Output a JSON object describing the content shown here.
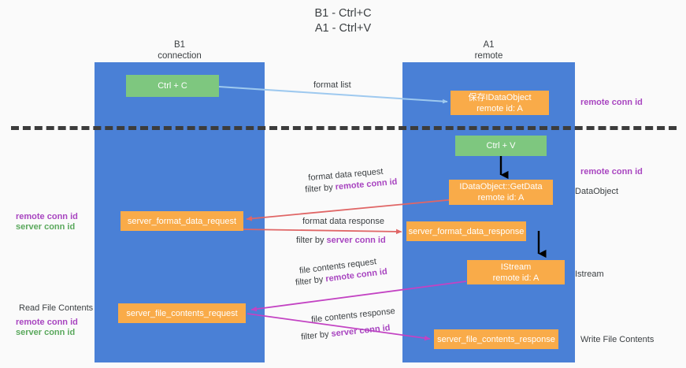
{
  "diagram": {
    "title_line1": "B1 - Ctrl+C",
    "title_line2": "A1 - Ctrl+V",
    "lanes": [
      {
        "id": "b1",
        "head_line1": "B1",
        "head_line2": "connection",
        "color": "#4a80d6"
      },
      {
        "id": "a1",
        "head_line1": "A1",
        "head_line2": "remote",
        "color": "#4a80d6"
      }
    ],
    "colors": {
      "lane": "#4a80d6",
      "green_box": "#7ec77f",
      "orange_box": "#f9ab49",
      "remote_conn_id": "#a845c0",
      "server_conn_id": "#5aa85c",
      "arrow_format_list": "#9ec9ef",
      "arrow_format_data": "#e06666",
      "arrow_file_contents": "#c343c3",
      "arrow_black": "#000000",
      "divider": "#3c3c3c"
    },
    "nodes": [
      {
        "id": "ctrl-c",
        "line1": "Ctrl + C",
        "line2": "",
        "style": "green"
      },
      {
        "id": "save-idataobject",
        "line1": "保存IDataObject",
        "line2": "remote id: A",
        "style": "orange"
      },
      {
        "id": "ctrl-v",
        "line1": "Ctrl + V",
        "line2": "",
        "style": "green"
      },
      {
        "id": "idataobject-getdata",
        "line1": "IDataObject::GetData",
        "line2": "remote id: A",
        "style": "orange"
      },
      {
        "id": "server-format-data-request",
        "line1": "server_format_data_request",
        "line2": "",
        "style": "orange"
      },
      {
        "id": "server-format-data-response",
        "line1": "server_format_data_response",
        "line2": "",
        "style": "orange"
      },
      {
        "id": "istream",
        "line1": "IStream",
        "line2": "remote id: A",
        "style": "orange"
      },
      {
        "id": "server-file-contents-request",
        "line1": "server_file_contents_request",
        "line2": "",
        "style": "orange"
      },
      {
        "id": "server-file-contents-response",
        "line1": "server_file_contents_response",
        "line2": "",
        "style": "orange"
      }
    ],
    "edge_labels": {
      "format_list": "format list",
      "format_data_request": "format data request",
      "format_data_response": "format data response",
      "file_contents_request": "file contents request",
      "file_contents_response": "file contents response",
      "filter_by": "filter by ",
      "remote_conn_id": "remote conn id",
      "server_conn_id": "server conn id"
    },
    "side_labels": {
      "right_remote_conn_id_top": "remote conn id",
      "right_remote_conn_id_mid": "remote conn id",
      "right_dataobject": "DataObject",
      "right_istream": "Istream",
      "right_write_file_contents": "Write File Contents",
      "left_read_file_contents": "Read File Contents",
      "left_remote_conn_id_mid": "remote conn id",
      "left_server_conn_id_mid": "server conn id",
      "left_remote_conn_id_bottom": "remote conn id",
      "left_server_conn_id_bottom": "server conn id"
    }
  }
}
